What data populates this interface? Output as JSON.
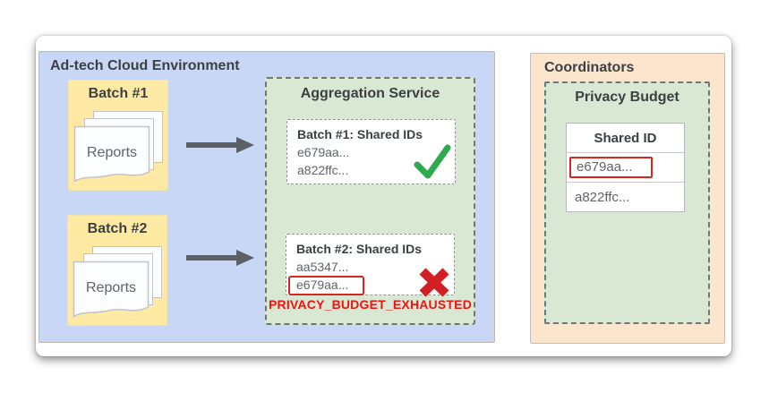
{
  "adtech": {
    "title": "Ad-tech Cloud Environment",
    "batches": [
      {
        "label": "Batch #1",
        "doc_label": "Reports"
      },
      {
        "label": "Batch #2",
        "doc_label": "Reports"
      }
    ]
  },
  "aggregation": {
    "title": "Aggregation Service",
    "results": [
      {
        "title": "Batch #1: Shared IDs",
        "ids": [
          "e679aa...",
          "a822ffc..."
        ],
        "status": "success"
      },
      {
        "title": "Batch #2: Shared IDs",
        "ids": [
          "aa5347...",
          "e679aa..."
        ],
        "status": "error"
      }
    ],
    "error_label": "PRIVACY_BUDGET_EXHAUSTED"
  },
  "coordinators": {
    "title": "Coordinators",
    "privacy_budget": {
      "title": "Privacy Budget",
      "table": {
        "header": "Shared ID",
        "rows": [
          "e679aa...",
          "a822ffc..."
        ]
      }
    }
  },
  "icons": {
    "flow": "right-arrow-icon",
    "success": "green-checkmark-icon",
    "failure": "red-x-icon",
    "documents": "stacked-pages-icon"
  },
  "colors": {
    "adtech_bg": "#c7d7f5",
    "batch_bg": "#ffe9a3",
    "service_bg": "#d9e8d3",
    "coordinators_bg": "#fbe5cd",
    "error_red": "#ee1414",
    "highlight_border": "#d6271d",
    "success_green": "#2fa94e",
    "arrow_gray": "#5a6065",
    "title_text": "#3c4043",
    "body_text": "#5f6368"
  }
}
